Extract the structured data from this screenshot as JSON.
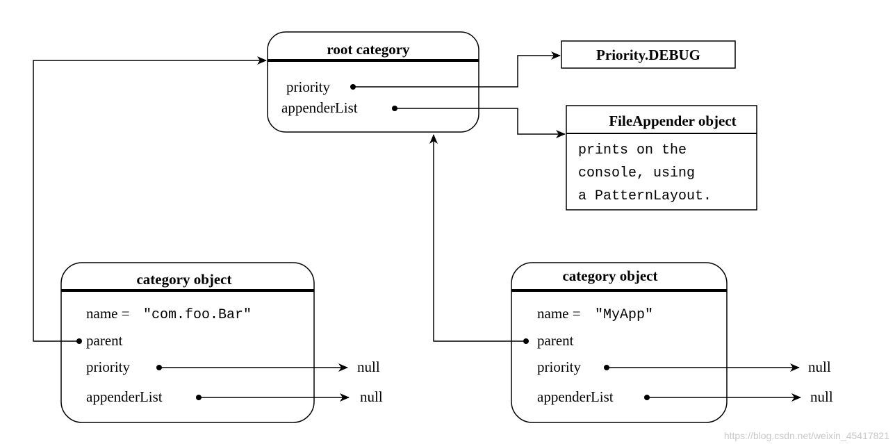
{
  "root_category": {
    "title": "root category",
    "fields": [
      "priority",
      "appenderList"
    ]
  },
  "priority_box": {
    "label": "Priority.DEBUG"
  },
  "file_appender": {
    "title": "FileAppender object",
    "lines": [
      "prints on the",
      "console, using",
      "a PatternLayout."
    ]
  },
  "left_category": {
    "title": "category object",
    "name_label": "name = ",
    "name_value": "\"com.foo.Bar\"",
    "parent_label": "parent",
    "priority_label": "priority",
    "appender_label": "appenderList",
    "priority_target": "null",
    "appender_target": "null"
  },
  "right_category": {
    "title": "category object",
    "name_label": "name = ",
    "name_value": "\"MyApp\"",
    "parent_label": "parent",
    "priority_label": "priority",
    "appender_label": "appenderList",
    "priority_target": "null",
    "appender_target": "null"
  },
  "watermark": {
    "url": "https://blog.csdn.net/weixin_45417821"
  }
}
